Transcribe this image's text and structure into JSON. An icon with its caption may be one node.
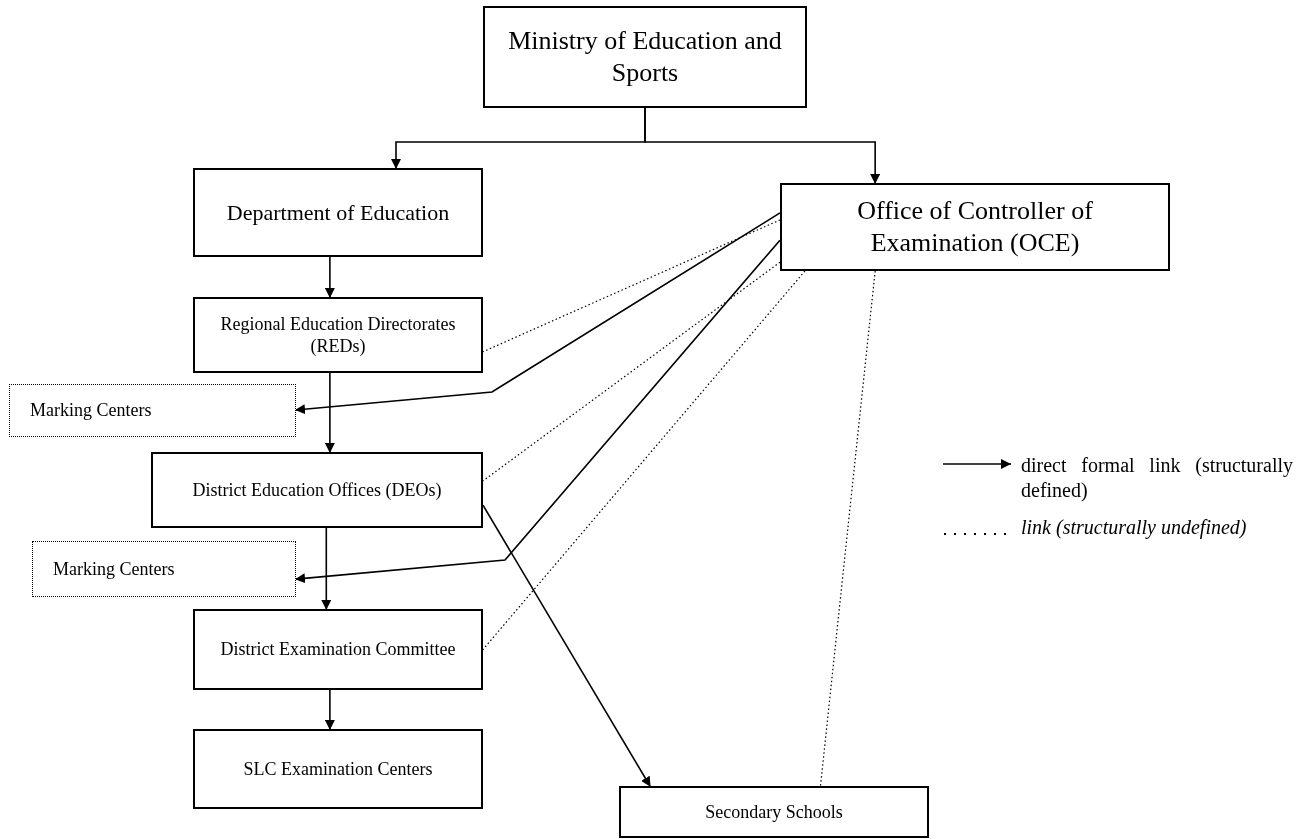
{
  "diagram": {
    "nodes": [
      {
        "text": [
          "Ministry of Education and Sports"
        ]
      },
      {
        "text": [
          "Department of Education"
        ]
      },
      {
        "text": [
          "Office of Controller of Examination (OCE)"
        ]
      },
      {
        "text": [
          "Regional Education Directorates (REDs)"
        ]
      },
      {
        "text": [
          "Marking Centers"
        ]
      },
      {
        "text": [
          "District Education Offices (DEOs)"
        ]
      },
      {
        "text": [
          "Marking Centers"
        ]
      },
      {
        "text": [
          "District Examination Committee"
        ]
      },
      {
        "text": [
          "SLC Examination Centers"
        ]
      },
      {
        "text": [
          "Secondary Schools"
        ]
      }
    ],
    "edges": [
      {
        "from": 0,
        "to": 1,
        "arrow": "to"
      },
      {
        "from": 0,
        "to": 2,
        "arrow": "to"
      },
      {
        "from": 1,
        "to": 3,
        "arrow": "to"
      },
      {
        "from": 3,
        "to": 5,
        "arrow": "to"
      },
      {
        "from": 5,
        "to": 7,
        "arrow": "to"
      },
      {
        "from": 7,
        "to": 8,
        "arrow": "to"
      },
      {
        "from": 2,
        "to": 4,
        "arrow": "to"
      },
      {
        "from": 2,
        "to": 6,
        "arrow": "to"
      },
      {
        "from": 2,
        "to": 3,
        "arrow": "none",
        "style": "dashed"
      },
      {
        "from": 2,
        "to": 5,
        "arrow": "none",
        "style": "dashed"
      },
      {
        "from": 2,
        "to": 7,
        "arrow": "none",
        "style": "dashed"
      },
      {
        "from": 2,
        "to": 9,
        "arrow": "none",
        "style": "dashed"
      },
      {
        "from": 5,
        "to": 9,
        "arrow": "to"
      }
    ],
    "legend": [
      {
        "text": "direct formal link (structurally defined)"
      },
      {
        "text": "link (structurally undefined)"
      }
    ]
  }
}
